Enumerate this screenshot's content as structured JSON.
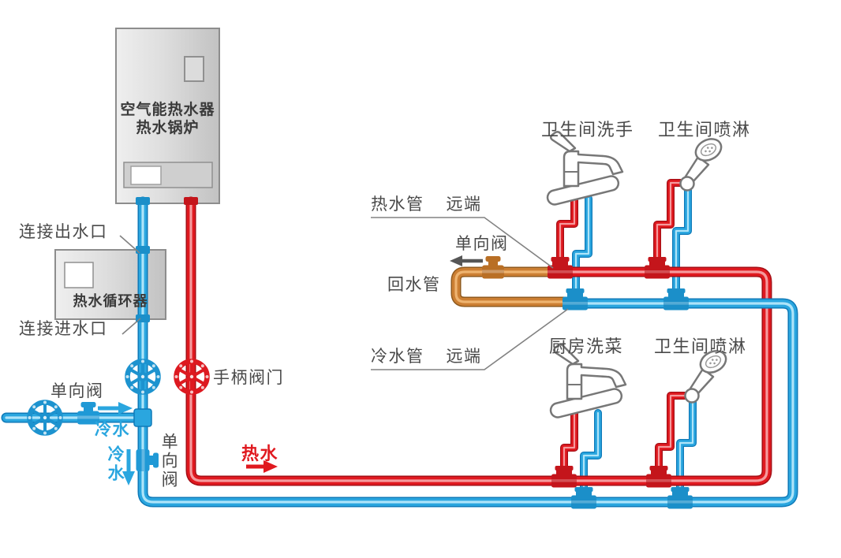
{
  "labels": {
    "boiler_line1": "空气能热水器",
    "boiler_line2": "热水锅炉",
    "outlet": "连接出水口",
    "circulator": "热水循环器",
    "inlet": "连接进水口",
    "check_valve_inlet": "单向阀",
    "cold_water_inlet": "冷水",
    "handle_valve": "手柄阀门",
    "check_valve_riser": "单向阀",
    "cold_water_down": "冷水",
    "hot_water": "热水",
    "hot_pipe": "热水管",
    "hot_pipe_far": "远端",
    "check_valve_return": "单向阀",
    "return_pipe": "回水管",
    "cold_pipe": "冷水管",
    "cold_pipe_far": "远端",
    "bath_sink": "卫生间洗手",
    "bath_shower_top": "卫生间喷淋",
    "kitchen_sink": "厨房洗菜",
    "bath_shower_bottom": "卫生间喷淋"
  },
  "colors": {
    "hot_pipe": "#e0191f",
    "cold_pipe": "#2aa6df",
    "return_pipe": "#cc7f33",
    "label_text": "#4a4a4a",
    "arrow_gray": "#565656"
  }
}
